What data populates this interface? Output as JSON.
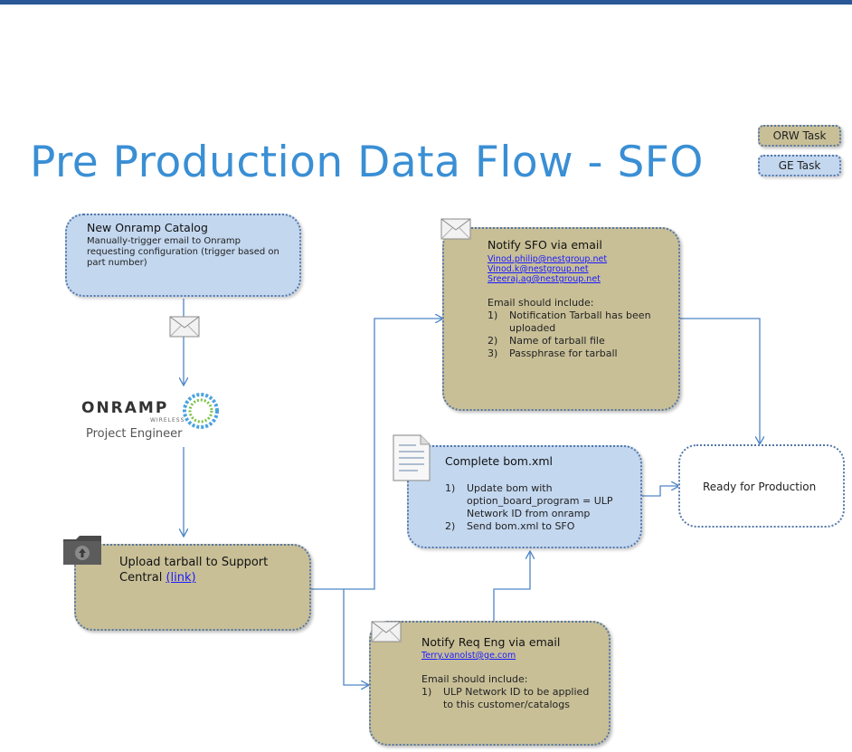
{
  "title": "Pre Production Data Flow - SFO",
  "legend": {
    "orw": "ORW Task",
    "ge": "GE Task"
  },
  "nodes": {
    "catalog": {
      "title": "New Onramp Catalog",
      "desc": "Manually-trigger email to Onramp requesting configuration (trigger based on part number)"
    },
    "engineer": {
      "logo_text": "ONRAMP",
      "logo_sub": "WIRELESS",
      "label": "Project Engineer"
    },
    "upload": {
      "title": "Upload tarball to Support Central",
      "link": "(link)"
    },
    "notify_sfo": {
      "title": "Notify SFO via email",
      "emails": [
        "Vinod.philip@nestgroup.net",
        "Vinod.k@nestgroup.net",
        "Sreeraj.ag@nestgroup.net"
      ],
      "include_label": "Email should include:",
      "items": [
        {
          "n": "1)",
          "text": "Notification Tarball has been uploaded"
        },
        {
          "n": "2)",
          "text": "Name of tarball file"
        },
        {
          "n": "3)",
          "text": "Passphrase for tarball"
        }
      ]
    },
    "bom": {
      "title": "Complete bom.xml",
      "items": [
        {
          "n": "1)",
          "text": "Update bom with option_board_program = ULP Network ID from onramp"
        },
        {
          "n": "2)",
          "text": "Send bom.xml to SFO"
        }
      ]
    },
    "ready": {
      "title": "Ready for Production"
    },
    "notify_req": {
      "title": "Notify Req Eng via email",
      "email": "Terry.vanolst@ge.com",
      "include_label": "Email should include:",
      "items": [
        {
          "n": "1)",
          "text": "ULP Network ID to be applied to this customer/catalogs"
        }
      ]
    }
  },
  "colors": {
    "orw": "#c8bf97",
    "ge": "#c3d7ef",
    "title": "#3a8fd4",
    "border": "#5577a8",
    "arrow": "#4f86c6"
  }
}
